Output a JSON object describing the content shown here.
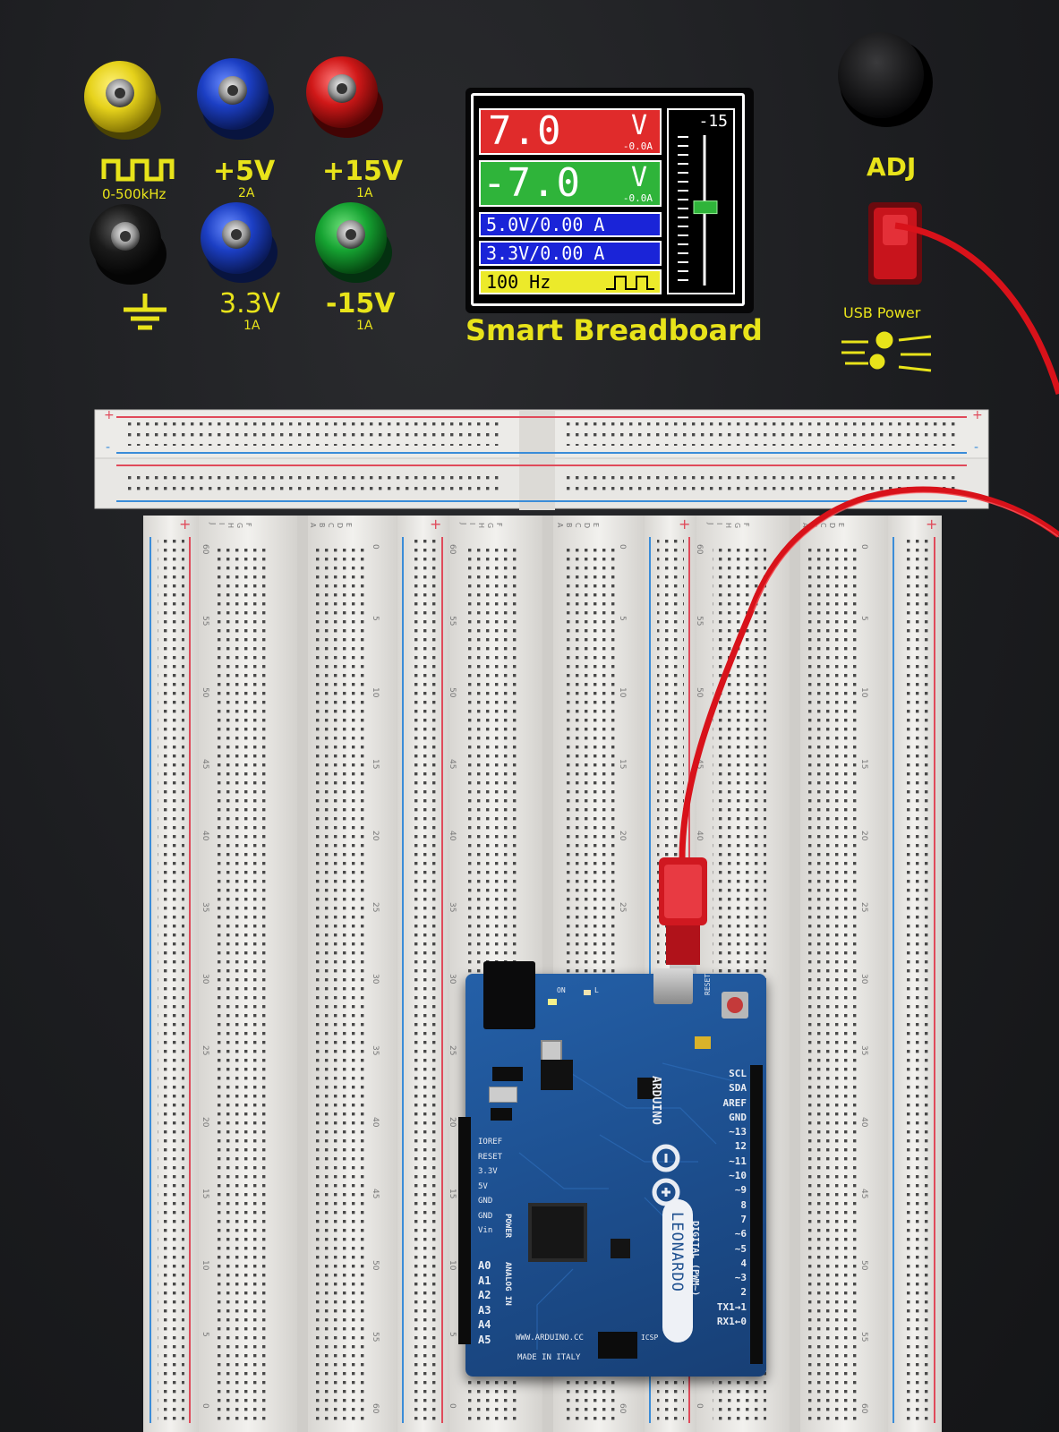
{
  "panel": {
    "terminals": {
      "square_label": "0-500kHz",
      "p5_label": "+5V",
      "p5_sub": "2A",
      "p15_label": "+15V",
      "p15_sub": "1A",
      "v33_label": "3.3V",
      "v33_sub": "1A",
      "n15_label": "-15V",
      "n15_sub": "1A"
    },
    "brand": "Smart Breadboard",
    "adj_label": "ADJ",
    "usb_label": "USB Power"
  },
  "display": {
    "row1_value": "7.0",
    "row1_unit": "V",
    "row1_current": "-0.0A",
    "row2_value": "-7.0",
    "row2_unit": "V",
    "row2_current": "-0.0A",
    "row3_text": "5.0V/0.00 A",
    "row4_text": "3.3V/0.00 A",
    "row5_text": "100 Hz",
    "slider_label": "-15",
    "slider_level": 0.52
  },
  "breadboard": {
    "row_numbers": [
      "0",
      "5",
      "10",
      "15",
      "20",
      "25",
      "30",
      "35",
      "40",
      "45",
      "50",
      "55",
      "60"
    ],
    "col_letters": [
      "A",
      "B",
      "C",
      "D",
      "E",
      "F",
      "G",
      "H",
      "I",
      "J"
    ],
    "plus": "+",
    "minus": "-"
  },
  "arduino": {
    "brand": "ARDUINO",
    "model": "LEONARDO",
    "url": "WWW.ARDUINO.CC",
    "made": "MADE IN ITALY",
    "reset": "RESET",
    "icsp": "ICSP",
    "on": "ON",
    "l": "L",
    "power_header": "POWER",
    "analog_header": "ANALOG IN",
    "digital_header": "DIGITAL (PWM~)",
    "power_pins": [
      "IOREF",
      "RESET",
      "3.3V",
      "5V",
      "GND",
      "GND",
      "Vin"
    ],
    "analog_pins": [
      "A0",
      "A1",
      "A2",
      "A3",
      "A4",
      "A5"
    ],
    "digital_pins": [
      "SCL",
      "SDA",
      "AREF",
      "GND",
      "~13",
      "12",
      "~11",
      "~10",
      "~9",
      "8",
      "7",
      "~6",
      "~5",
      "4",
      "~3",
      "2",
      "TX1→1",
      "RX1←0"
    ]
  },
  "colors": {
    "silk": "#e8e31a",
    "red_bar": "#e02b2b",
    "green_bar": "#2fb43a",
    "blue_bar": "#1a24d8",
    "yellow_bar": "#ecea2a",
    "arduino_blue": "#1d4f8f",
    "cable_red": "#d8121a"
  }
}
